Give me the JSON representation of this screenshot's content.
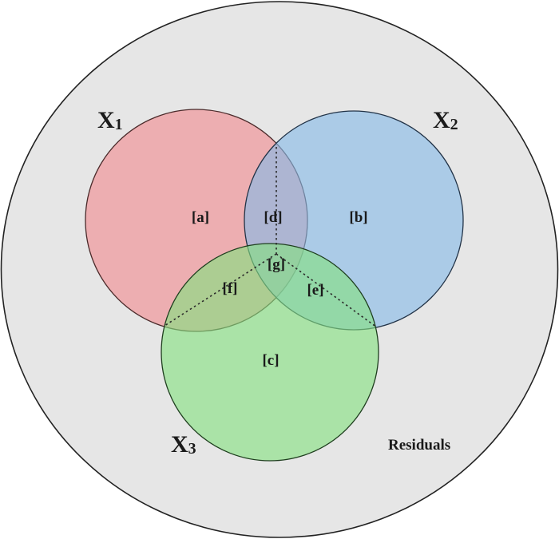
{
  "diagram": {
    "type": "venn-3-set",
    "universe": {
      "label": "Residuals",
      "fill": "#e6e6e6",
      "stroke": "#222222"
    },
    "sets": [
      {
        "id": "X1",
        "name": "X",
        "subscript": "1",
        "fill": "#e88e92",
        "stroke": "#5a2a2a"
      },
      {
        "id": "X2",
        "name": "X",
        "subscript": "2",
        "fill": "#8fbde6",
        "stroke": "#233a55"
      },
      {
        "id": "X3",
        "name": "X",
        "subscript": "3",
        "fill": "#8fe08a",
        "stroke": "#1f4a1f"
      }
    ],
    "regions": {
      "a": "[a]",
      "b": "[b]",
      "c": "[c]",
      "d": "[d]",
      "e": "[e]",
      "f": "[f]",
      "g": "[g]"
    },
    "dotted_lines": "partition lines from center [g] to the three pairwise intersection points"
  }
}
